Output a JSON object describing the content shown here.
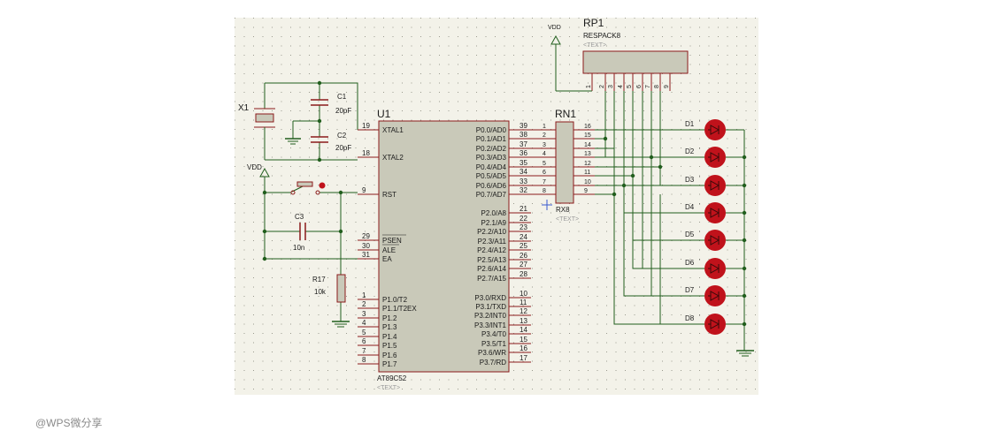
{
  "power": {
    "vdd_top": "VDD",
    "vdd_left": "VDD"
  },
  "rp1": {
    "ref": "RP1",
    "part": "RESPACK8",
    "text": "<TEXT>",
    "pins": [
      "1",
      "2",
      "3",
      "4",
      "5",
      "6",
      "7",
      "8",
      "9"
    ]
  },
  "rn1": {
    "ref": "RN1",
    "part": "RX8",
    "text": "<TEXT>",
    "left_pins": [
      "1",
      "2",
      "3",
      "4",
      "5",
      "6",
      "7",
      "8"
    ],
    "right_pins": [
      "16",
      "15",
      "14",
      "13",
      "12",
      "11",
      "10",
      "9"
    ]
  },
  "x1": {
    "ref": "X1"
  },
  "c1": {
    "ref": "C1",
    "value": "20pF"
  },
  "c2": {
    "ref": "C2",
    "value": "20pF"
  },
  "c3": {
    "ref": "C3",
    "value": "10n"
  },
  "r17": {
    "ref": "R17",
    "value": "10k"
  },
  "u1": {
    "ref": "U1",
    "part": "AT89C52",
    "text": "<TEXT>",
    "left_pins": [
      {
        "num": "19",
        "label": "XTAL1"
      },
      {
        "num": "18",
        "label": "XTAL2"
      },
      {
        "num": "9",
        "label": "RST"
      },
      {
        "num": "29",
        "label": "PSEN"
      },
      {
        "num": "30",
        "label": "ALE"
      },
      {
        "num": "31",
        "label": "EA"
      },
      {
        "num": "1",
        "label": "P1.0/T2"
      },
      {
        "num": "2",
        "label": "P1.1/T2EX"
      },
      {
        "num": "3",
        "label": "P1.2"
      },
      {
        "num": "4",
        "label": "P1.3"
      },
      {
        "num": "5",
        "label": "P1.4"
      },
      {
        "num": "6",
        "label": "P1.5"
      },
      {
        "num": "7",
        "label": "P1.6"
      },
      {
        "num": "8",
        "label": "P1.7"
      }
    ],
    "right_pins": [
      {
        "num": "39",
        "label": "P0.0/AD0"
      },
      {
        "num": "38",
        "label": "P0.1/AD1"
      },
      {
        "num": "37",
        "label": "P0.2/AD2"
      },
      {
        "num": "36",
        "label": "P0.3/AD3"
      },
      {
        "num": "35",
        "label": "P0.4/AD4"
      },
      {
        "num": "34",
        "label": "P0.5/AD5"
      },
      {
        "num": "33",
        "label": "P0.6/AD6"
      },
      {
        "num": "32",
        "label": "P0.7/AD7"
      },
      {
        "num": "21",
        "label": "P2.0/A8"
      },
      {
        "num": "22",
        "label": "P2.1/A9"
      },
      {
        "num": "23",
        "label": "P2.2/A10"
      },
      {
        "num": "24",
        "label": "P2.3/A11"
      },
      {
        "num": "25",
        "label": "P2.4/A12"
      },
      {
        "num": "26",
        "label": "P2.5/A13"
      },
      {
        "num": "27",
        "label": "P2.6/A14"
      },
      {
        "num": "28",
        "label": "P2.7/A15"
      },
      {
        "num": "10",
        "label": "P3.0/RXD"
      },
      {
        "num": "11",
        "label": "P3.1/TXD"
      },
      {
        "num": "12",
        "label": "P3.2/INT0"
      },
      {
        "num": "13",
        "label": "P3.3/INT1"
      },
      {
        "num": "14",
        "label": "P3.4/T0"
      },
      {
        "num": "15",
        "label": "P3.5/T1"
      },
      {
        "num": "16",
        "label": "P3.6/WR"
      },
      {
        "num": "17",
        "label": "P3.7/RD"
      }
    ]
  },
  "leds": [
    "D1",
    "D2",
    "D3",
    "D4",
    "D5",
    "D6",
    "D7",
    "D8"
  ],
  "watermark": "@WPS微分享",
  "colors": {
    "canvas": "#f3f2e9",
    "dot": "#9a9a8e",
    "body": "#c9c9b9",
    "outline": "#8b1a1a",
    "wire": "#215e1d",
    "led": "#c0121b",
    "text": "#1a1a1a",
    "pin": "#8b1a1a",
    "grey_text": "#9a9a9a"
  }
}
